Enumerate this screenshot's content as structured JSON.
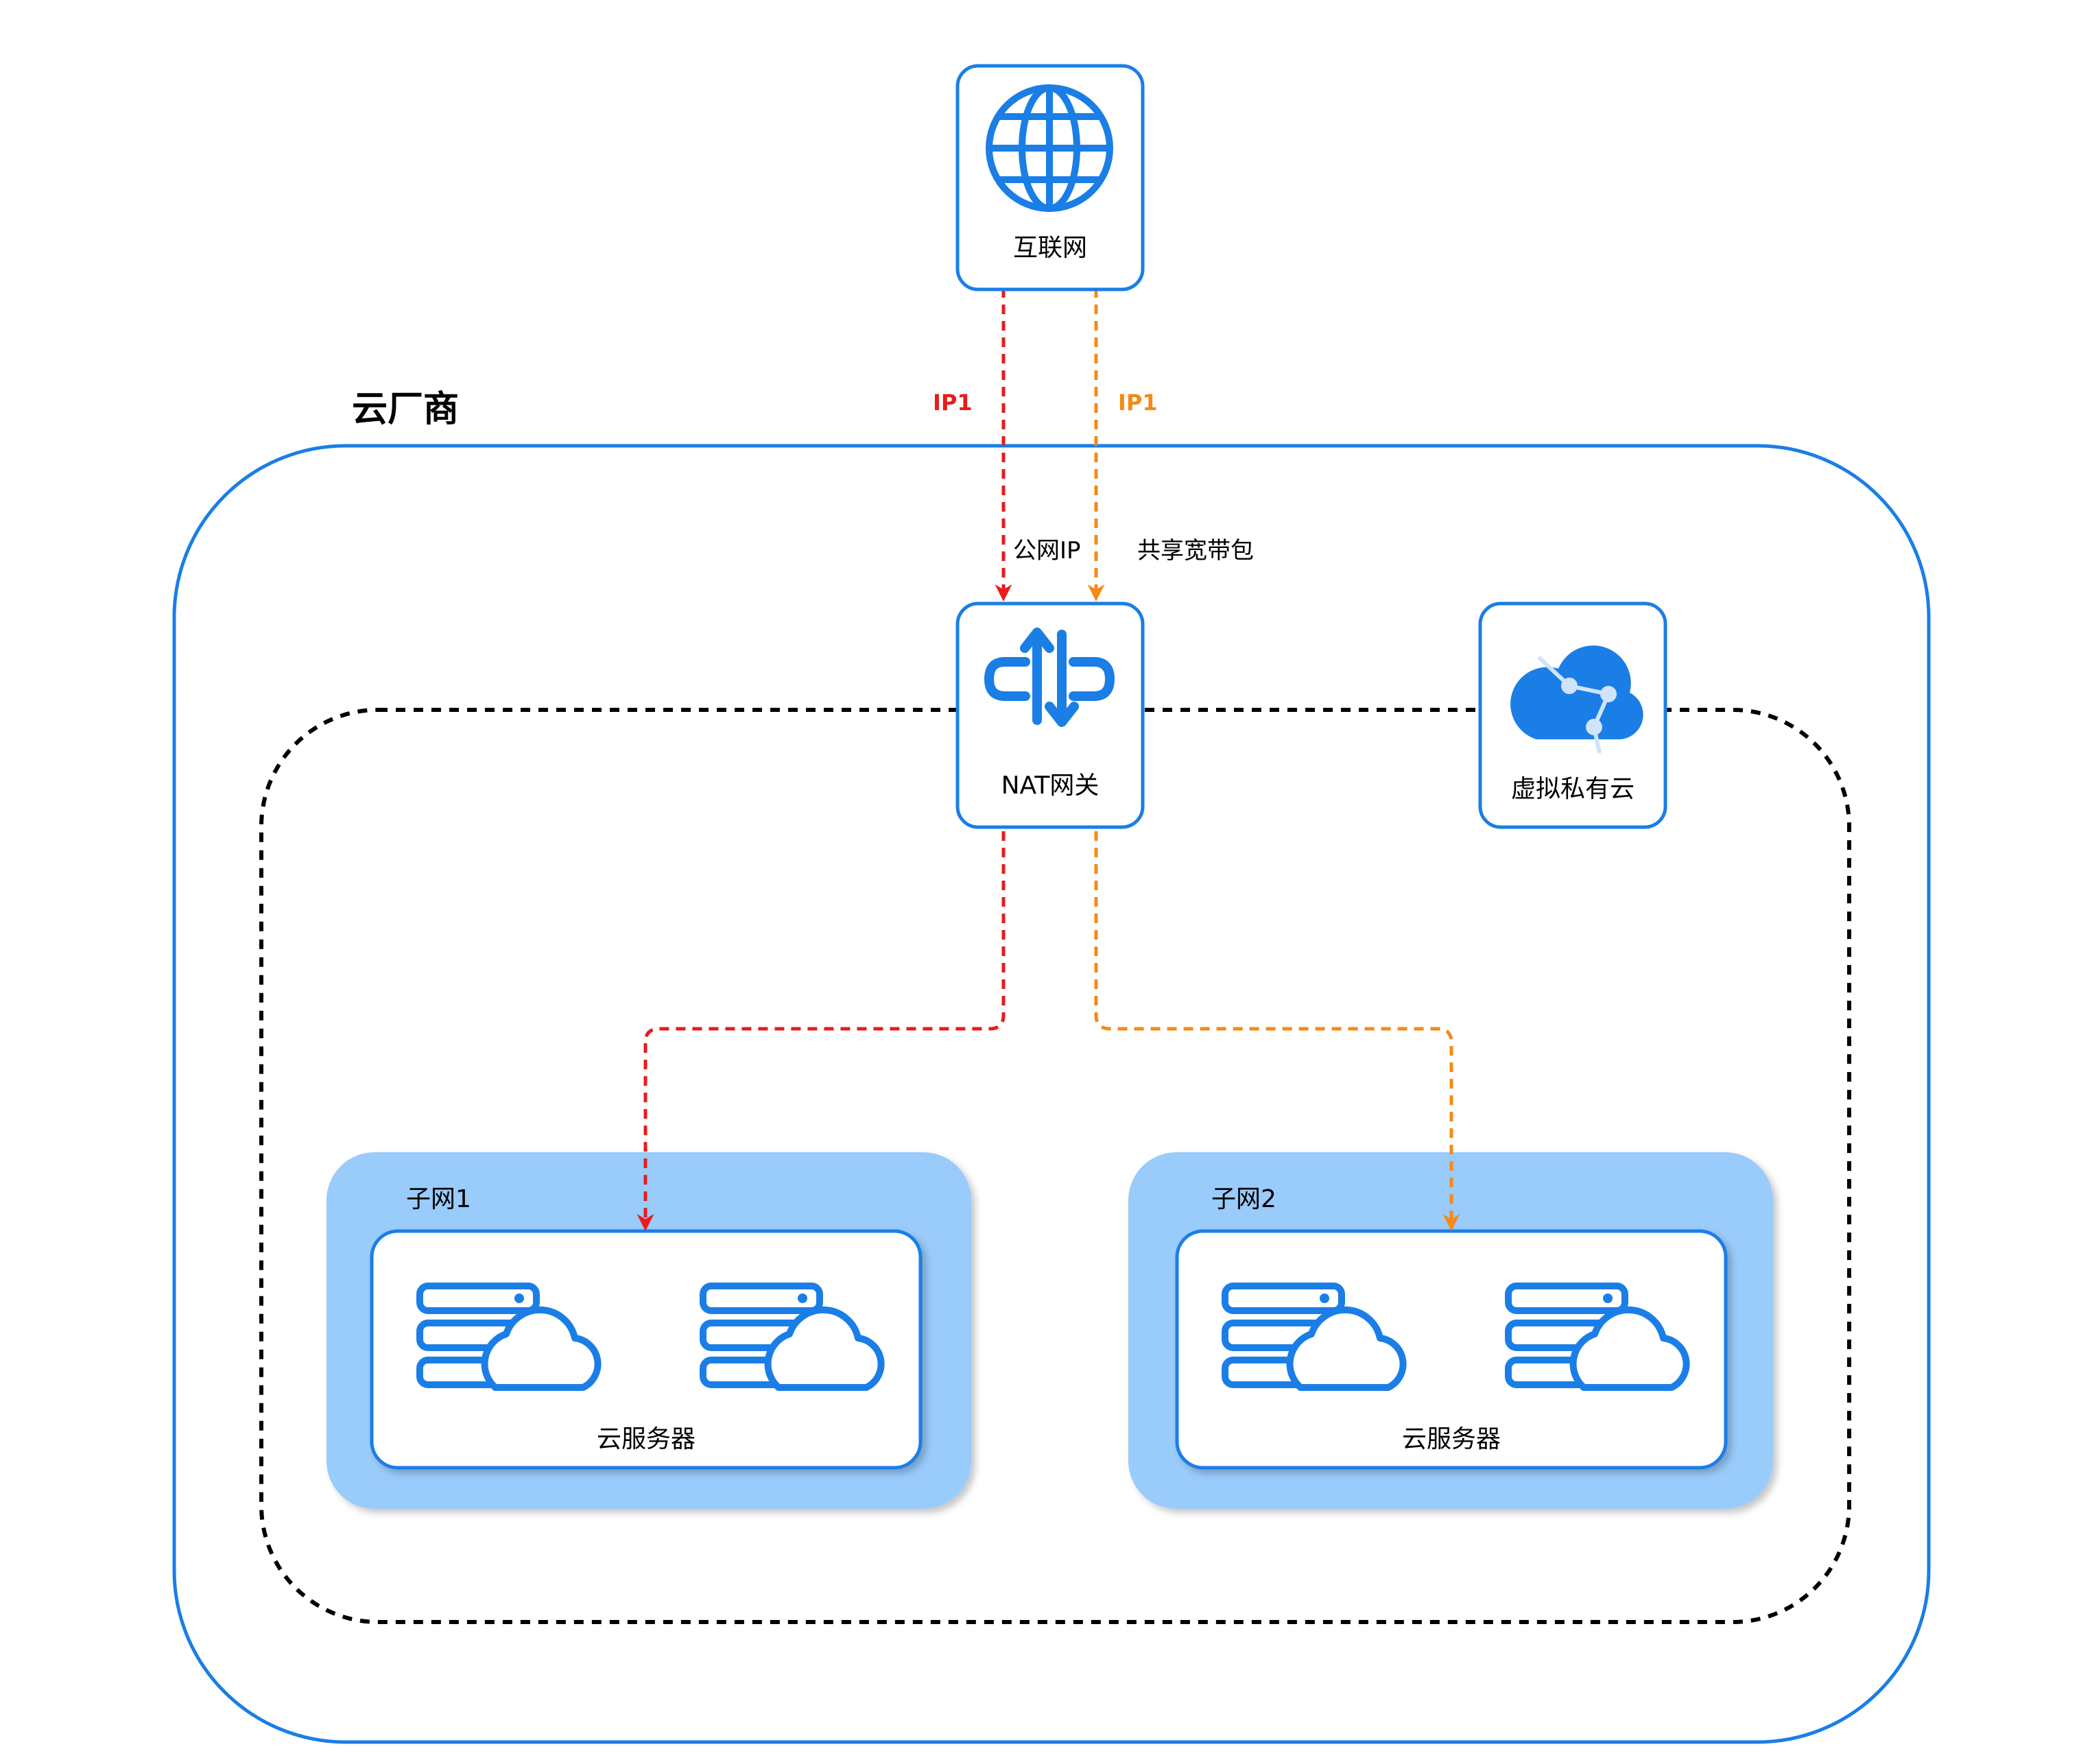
{
  "colors": {
    "primary_blue": "#1a7ee6",
    "subnet_fill": "#99cbfb",
    "red_flow": "#e81c1c",
    "orange_flow": "#f58a17",
    "vpc_border": "#000000"
  },
  "cloud_provider": {
    "label": "云厂商"
  },
  "internet": {
    "label": "互联网",
    "icon": "globe-icon"
  },
  "nat_gateway": {
    "label": "NAT网关",
    "icon": "nat-gateway-icon"
  },
  "vpc": {
    "label": "虚拟私有云",
    "icon": "vpc-cloud-icon"
  },
  "flows": {
    "red": {
      "ip_label": "IP1",
      "label": "公网IP"
    },
    "orange": {
      "ip_label": "IP1",
      "label": "共享宽带包"
    }
  },
  "subnets": [
    {
      "label": "子网1",
      "servers_label": "云服务器",
      "icon": "cloud-server-icon"
    },
    {
      "label": "子网2",
      "servers_label": "云服务器",
      "icon": "cloud-server-icon"
    }
  ]
}
